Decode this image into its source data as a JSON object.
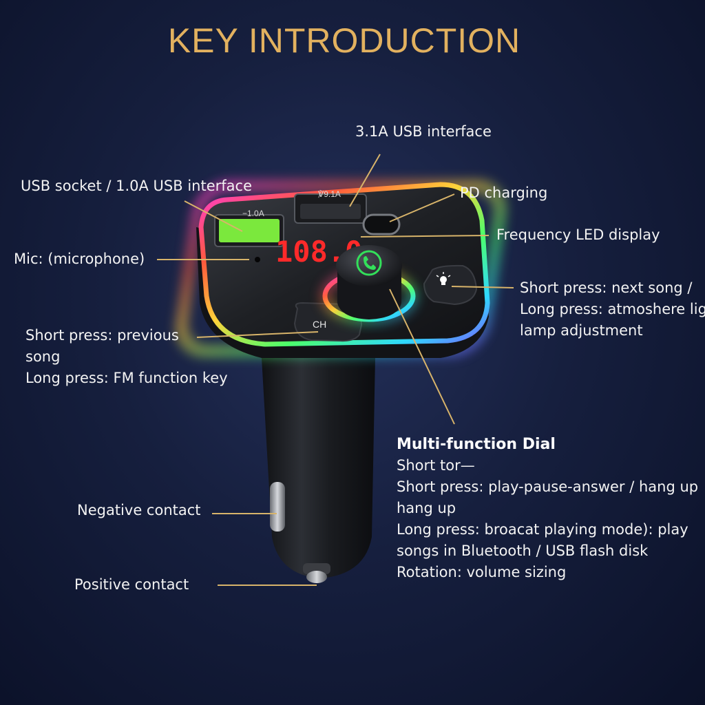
{
  "title": "KEY INTRODUCTION",
  "accent_color": "#e2b15f",
  "device": {
    "display_text": "108.0",
    "port_left_text": "−1.0A",
    "port_right_text": "℣9.1A",
    "ch_button_text": "CH",
    "dial_icon": "phone-icon",
    "light_button_icon": "bulb-icon"
  },
  "callouts": {
    "usb_31": "3.1A USB interface",
    "usb_socket": "USB socket / 1.0A USB interface",
    "pd": "PD charging",
    "freq": "Frequency LED display",
    "mic": "Mic: (microphone)",
    "next": [
      "Short press: next song /",
      "Long press: atmoshere ligh",
      "lamp adjustment"
    ],
    "prev": [
      "Short press: previous",
      "song",
      "Long press: FM function key"
    ],
    "dial_title": "Multi-function Dial",
    "dial_lines": [
      "Short tor—",
      "Short press: play-pause-answer / hang up",
      "hang up",
      "Long press: broacat playing mode): play",
      "songs in Bluetooth / USB flash disk",
      "Rotation: volume sizing"
    ],
    "negative": "Negative contact",
    "positive": "Positive contact"
  }
}
